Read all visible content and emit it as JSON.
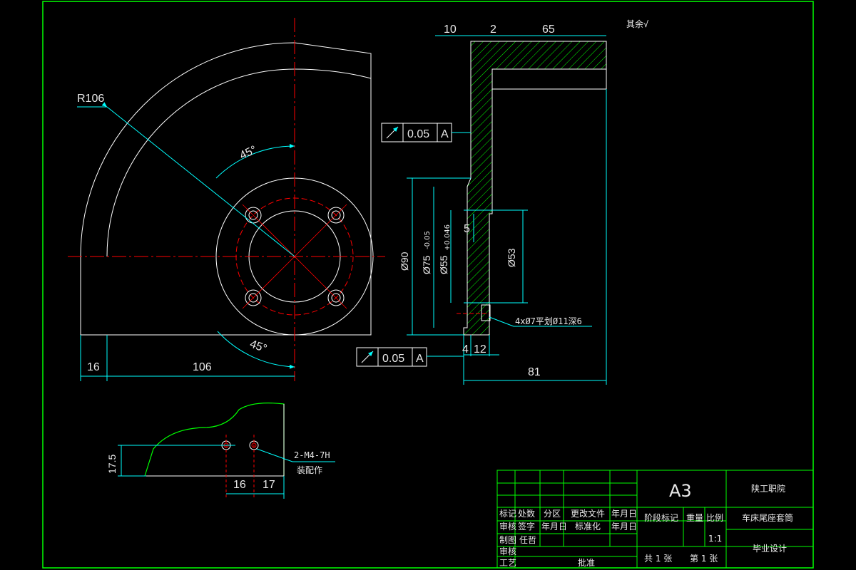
{
  "colors": {
    "background": "#000000",
    "frame": "#00ff00",
    "dimension": "#00ffff",
    "centerline": "#ff0000",
    "outline": "#ffffff",
    "text": "#e8e8e8"
  },
  "front_view": {
    "radius_label": "R106",
    "angle_top": "45°",
    "angle_bottom": "45°",
    "dim_left": "16",
    "dim_main": "106"
  },
  "section_view": {
    "top_dims": {
      "d10": "10",
      "d2": "2",
      "d65": "65"
    },
    "roughness_note": "其余√",
    "tolerance_top": {
      "value": "0.05",
      "datum": "A"
    },
    "tolerance_bottom": {
      "value": "0.05",
      "datum": "A"
    },
    "dia_90": "Ø90",
    "dia_75": "Ø75",
    "dia_75_tol": "-0.05",
    "dia_55": "Ø55",
    "dia_55_tol": "+0.046",
    "dia_53": "Ø53",
    "dim_5": "5",
    "dim_4": "4",
    "dim_12": "12",
    "dim_81": "81",
    "hole_note": "4xØ7平划Ø11深6"
  },
  "detail_view": {
    "dim_17_5": "17.5",
    "dim_16": "16",
    "dim_17": "17",
    "thread_note": "2-M4-7H",
    "assembly_note": "装配作"
  },
  "title_block": {
    "sheet_size": "A3",
    "school": "陕工职院",
    "part_name": "车床尾座套筒",
    "design_type": "毕业设计",
    "scale": "1:1",
    "stage_mark": "阶段标记",
    "weight": "重量",
    "ratio": "比例",
    "sheet_total": "共 1 张",
    "sheet_num": "第 1 张",
    "row_labels": {
      "mark": "标记",
      "count": "处数",
      "zone": "分区",
      "change_doc": "更改文件",
      "date1": "年月日",
      "design": "审核",
      "sign": "签字",
      "date2": "年月日",
      "standard": "标准化",
      "date3": "年月日",
      "draw": "制图",
      "drawer_name": "任哲",
      "check": "审核",
      "process": "工艺",
      "approve": "批准"
    }
  }
}
